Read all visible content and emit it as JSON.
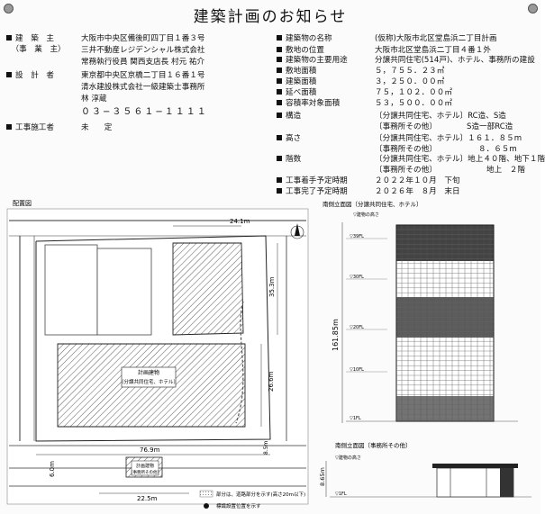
{
  "title": "建築計画のお知らせ",
  "left": {
    "kenchikunushi_label": "建　築　主",
    "jigyonushi_label": "（事　業　主）",
    "owner_lines": [
      "大阪市中央区備後町四丁目１番３号",
      "三井不動産レジデンシャル株式会社",
      "常務執行役員 関西支店長 村元 祐介"
    ],
    "sekkeisha_label": "設　計　者",
    "designer_lines": [
      "東京都中央区京橋二丁目１６番１号",
      "清水建設株式会社一級建築士事務所",
      "林 淳蔵"
    ],
    "phone": "０３−３５６１−１１１１",
    "kouji_label": "工事施工者",
    "kouji_value": "未　　定"
  },
  "right": {
    "rows": [
      {
        "label": "建築物の名称",
        "value": "(仮称)大阪市北区堂島浜二丁目計画"
      },
      {
        "label": "敷地の位置",
        "value": "大阪市北区堂島浜二丁目４番１外"
      },
      {
        "label": "建築物の主要用途",
        "value": "分譲共同住宅(514戸)、ホテル、事務所の建設"
      },
      {
        "label": "敷地面積",
        "value": "５，７５５．２３㎡"
      },
      {
        "label": "建築面積",
        "value": "３，２５０．００㎡"
      },
      {
        "label": "延べ面積",
        "value": "７５，１０２．００㎡"
      },
      {
        "label": "容積率対象面積",
        "value": "５３，５００．００㎡"
      }
    ],
    "kozo_label": "構造",
    "kozo_lines": [
      "〔分譲共同住宅、ホテル〕RC造、S造",
      "〔事務所その他〕",
      "S造一部RC造"
    ],
    "takasa_label": "高さ",
    "takasa_lines": [
      "〔分譲共同住宅、ホテル〕１６１．８５m",
      "〔事務所その他〕",
      "８．６５m"
    ],
    "kaisu_label": "階数",
    "kaisu_lines": [
      "〔分譲共同住宅、ホテル〕地上４０階、地下１階",
      "〔事務所その他〕",
      "地上　２階"
    ],
    "chakushu_label": "工事着手予定時期",
    "chakushu_value": "２０２２年１０月　下旬",
    "kanryo_label": "工事完了予定時期",
    "kanryo_value": "２０２６年　８月　末日"
  },
  "site_plan": {
    "title": "配置図",
    "building_label": "計画建物",
    "building_sub": "〔分譲共同住宅、ホテル〕",
    "building2_label": "計画建物",
    "building2_sub": "〔事務所その他〕",
    "dims": {
      "d1": "24.1m",
      "d2": "35.3m",
      "d3": "26.6m",
      "d4": "76.9m",
      "d5": "6.0m",
      "d6": "22.5m",
      "d7": "8.5m"
    },
    "legend1": "部分は、道路部分を示す(高さ20m以下)",
    "legend2": "標識設置位置を示す"
  },
  "elev1": {
    "title": "南側立面図〔分譲共同住宅、ホテル〕",
    "top_label": "▽建物の高さ",
    "height": "161.85m",
    "floors": [
      "▽39FL",
      "▽30FL",
      "▽20FL",
      "▽10FL",
      "▽1FL"
    ]
  },
  "elev2": {
    "title": "南側立面図〔事務所その他〕",
    "top_label": "▽建物の高さ",
    "height": "8.65m",
    "floor": "▽1FL"
  }
}
